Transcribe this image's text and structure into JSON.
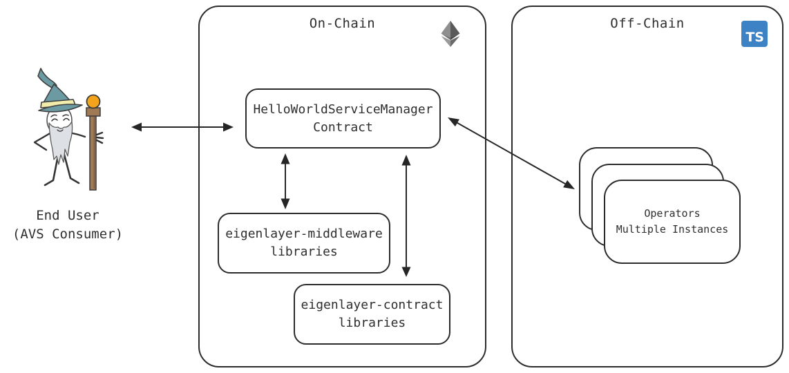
{
  "end_user": {
    "line1": "End User",
    "line2": "(AVS Consumer)"
  },
  "on_chain": {
    "title": "On-Chain",
    "service_manager_box": {
      "line1": "HelloWorldServiceManager",
      "line2": "Contract"
    },
    "middleware_box": {
      "line1": "eigenlayer-middleware",
      "line2": "libraries"
    },
    "contract_box": {
      "line1": "eigenlayer-contract",
      "line2": "libraries"
    }
  },
  "off_chain": {
    "title": "Off-Chain",
    "typescript_badge": "TS",
    "operators_box": {
      "line1": "Operators",
      "line2": "Multiple Instances"
    }
  },
  "icons": {
    "ethereum": "ethereum-diamond-icon",
    "typescript": "typescript-logo-icon",
    "wizard": "wizard-end-user-illustration"
  },
  "colors": {
    "stroke": "#2b2b2b",
    "arrow": "#262626",
    "text": "#2e2e2e",
    "typescript_blue": "#3d82c4",
    "eth_light_gray": "#8f8f8f",
    "eth_dark_gray": "#5a5a5a",
    "wizard_hat_teal": "#6b9aa3",
    "wizard_hat_band_yellow": "#f1ecab",
    "staff_brown": "#a07a54",
    "orb_orange": "#f4a41c",
    "beard_gray": "#dde1e5"
  }
}
